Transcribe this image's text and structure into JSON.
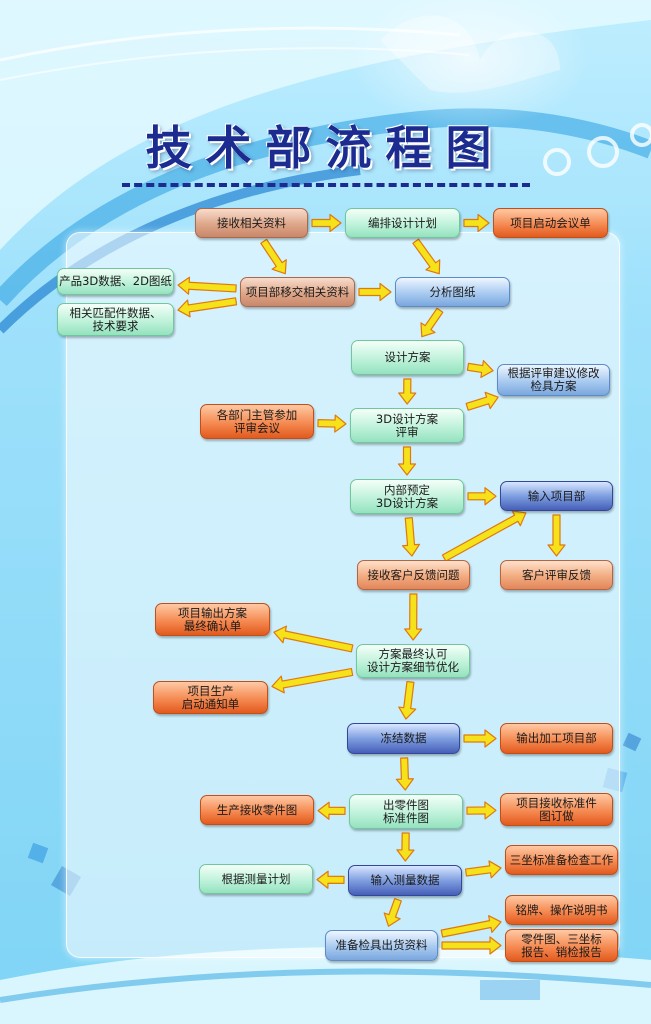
{
  "title": "技术部流程图",
  "nodes": [
    {
      "id": "n1",
      "text": "接收相关资料",
      "style": "tan"
    },
    {
      "id": "n2",
      "text": "编排设计计划",
      "style": "green"
    },
    {
      "id": "n3",
      "text": "项目启动会议单",
      "style": "orange"
    },
    {
      "id": "n4",
      "text": "项目部移交相关资料",
      "style": "tan"
    },
    {
      "id": "n5",
      "text": "分析图纸",
      "style": "blue"
    },
    {
      "id": "n6",
      "text": "产品3D数据、2D图纸",
      "style": "green"
    },
    {
      "id": "n7",
      "text": "相关匹配件数据、\n技术要求",
      "style": "green"
    },
    {
      "id": "n8",
      "text": "设计方案",
      "style": "green"
    },
    {
      "id": "n9",
      "text": "根据评审建议修改\n检具方案",
      "style": "blue"
    },
    {
      "id": "n10",
      "text": "各部门主管参加\n评审会议",
      "style": "orange"
    },
    {
      "id": "n11",
      "text": "3D设计方案\n评审",
      "style": "green"
    },
    {
      "id": "n12",
      "text": "内部预定\n3D设计方案",
      "style": "green"
    },
    {
      "id": "n13",
      "text": "输入项目部",
      "style": "navy"
    },
    {
      "id": "n14",
      "text": "接收客户反馈问题",
      "style": "peach"
    },
    {
      "id": "n15",
      "text": "客户评审反馈",
      "style": "peach"
    },
    {
      "id": "n16",
      "text": "项目输出方案\n最终确认单",
      "style": "orange"
    },
    {
      "id": "n17",
      "text": "方案最终认可\n设计方案细节优化",
      "style": "green"
    },
    {
      "id": "n18",
      "text": "项目生产\n启动通知单",
      "style": "orange"
    },
    {
      "id": "n19",
      "text": "冻结数据",
      "style": "navy"
    },
    {
      "id": "n20",
      "text": "输出加工项目部",
      "style": "orange"
    },
    {
      "id": "n21",
      "text": "生产接收零件图",
      "style": "orange"
    },
    {
      "id": "n22",
      "text": "出零件图\n标准件图",
      "style": "green"
    },
    {
      "id": "n23",
      "text": "项目接收标准件\n图订做",
      "style": "orange"
    },
    {
      "id": "n24",
      "text": "三坐标准备检查工作",
      "style": "orange"
    },
    {
      "id": "n25",
      "text": "根据测量计划",
      "style": "green"
    },
    {
      "id": "n26",
      "text": "输入测量数据",
      "style": "navy"
    },
    {
      "id": "n27",
      "text": "铭牌、操作说明书",
      "style": "orange"
    },
    {
      "id": "n28",
      "text": "准备检具出货资料",
      "style": "blue"
    },
    {
      "id": "n29",
      "text": "零件图、三坐标\n报告、销检报告",
      "style": "orange"
    }
  ],
  "edges": [
    [
      "n1",
      "n2"
    ],
    [
      "n2",
      "n3"
    ],
    [
      "n1",
      "n4"
    ],
    [
      "n2",
      "n5"
    ],
    [
      "n4",
      "n5"
    ],
    [
      "n4",
      "n6"
    ],
    [
      "n4",
      "n7"
    ],
    [
      "n5",
      "n8"
    ],
    [
      "n8",
      "n9"
    ],
    [
      "n8",
      "n11"
    ],
    [
      "n10",
      "n11"
    ],
    [
      "n11",
      "n9"
    ],
    [
      "n11",
      "n12"
    ],
    [
      "n12",
      "n13"
    ],
    [
      "n12",
      "n14"
    ],
    [
      "n13",
      "n15"
    ],
    [
      "n14",
      "n13"
    ],
    [
      "n14",
      "n17"
    ],
    [
      "n17",
      "n16"
    ],
    [
      "n17",
      "n18"
    ],
    [
      "n17",
      "n19"
    ],
    [
      "n19",
      "n20"
    ],
    [
      "n19",
      "n22"
    ],
    [
      "n22",
      "n21"
    ],
    [
      "n22",
      "n23"
    ],
    [
      "n22",
      "n26"
    ],
    [
      "n26",
      "n25"
    ],
    [
      "n26",
      "n24"
    ],
    [
      "n26",
      "n28"
    ],
    [
      "n28",
      "n27"
    ],
    [
      "n28",
      "n29"
    ]
  ],
  "colors": {
    "title": "#1b2b8f",
    "arrow_fill": "#f5e21a",
    "arrow_edge": "#e07810"
  }
}
